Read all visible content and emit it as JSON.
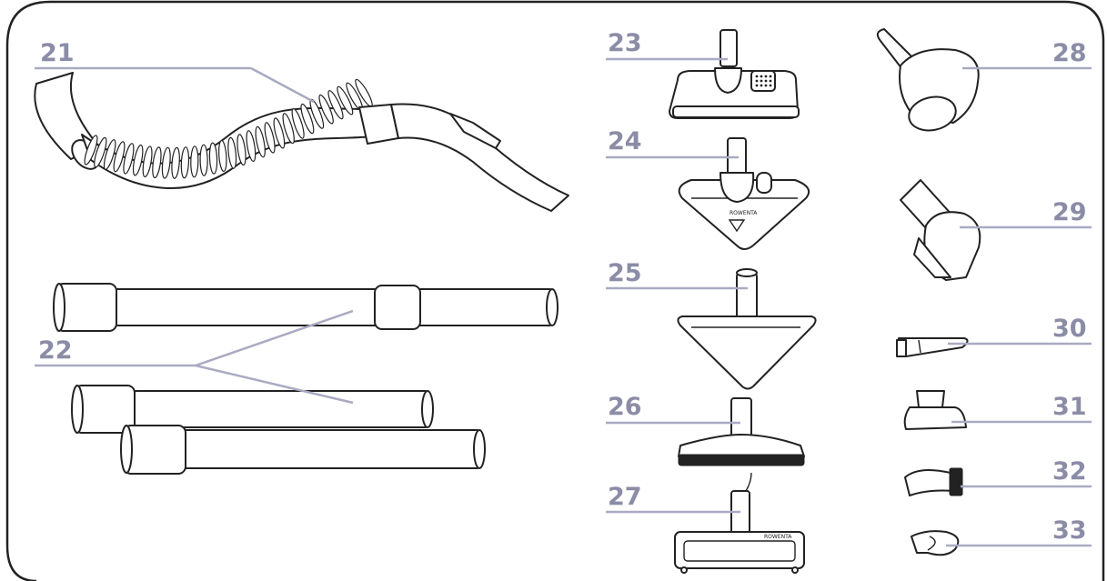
{
  "labels": {
    "l21": "21",
    "l22": "22",
    "l23": "23",
    "l24": "24",
    "l25": "25",
    "l26": "26",
    "l27": "27",
    "l28": "28",
    "l29": "29",
    "l30": "30",
    "l31": "31",
    "l32": "32",
    "l33": "33"
  },
  "colors": {
    "frame": "#222222",
    "label": "#8b8ca6",
    "leader": "#a9aac2"
  }
}
